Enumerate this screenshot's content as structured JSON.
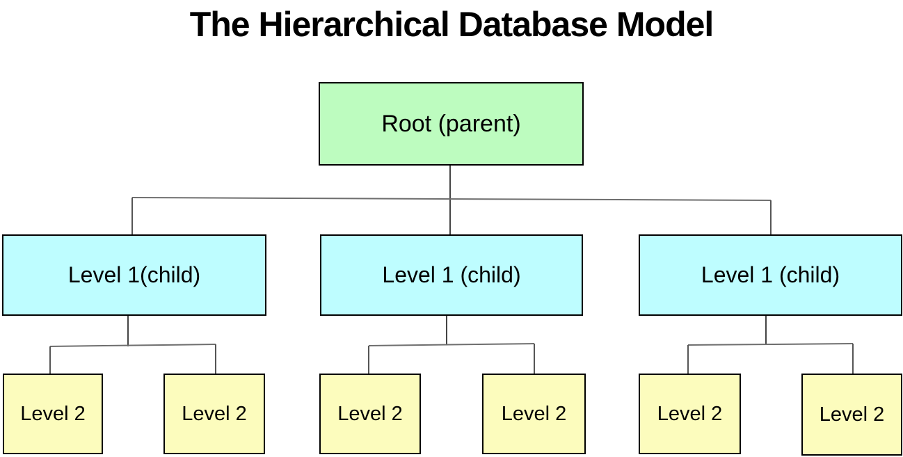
{
  "title": "The Hierarchical Database Model",
  "diagram": {
    "root": {
      "label": "Root (parent)"
    },
    "level1": [
      {
        "label": "Level 1(child)"
      },
      {
        "label": "Level 1 (child)"
      },
      {
        "label": "Level 1 (child)"
      }
    ],
    "level2": [
      {
        "label": "Level 2"
      },
      {
        "label": "Level 2"
      },
      {
        "label": "Level 2"
      },
      {
        "label": "Level 2"
      },
      {
        "label": "Level 2"
      },
      {
        "label": "Level 2"
      }
    ]
  },
  "colors": {
    "background": "#ffffff",
    "title_text": "#000000",
    "node_border": "#000000",
    "root_fill": "#bdfcbf",
    "level1_fill": "#befdff",
    "level2_fill": "#fcfcbd",
    "connector": "#555555"
  }
}
